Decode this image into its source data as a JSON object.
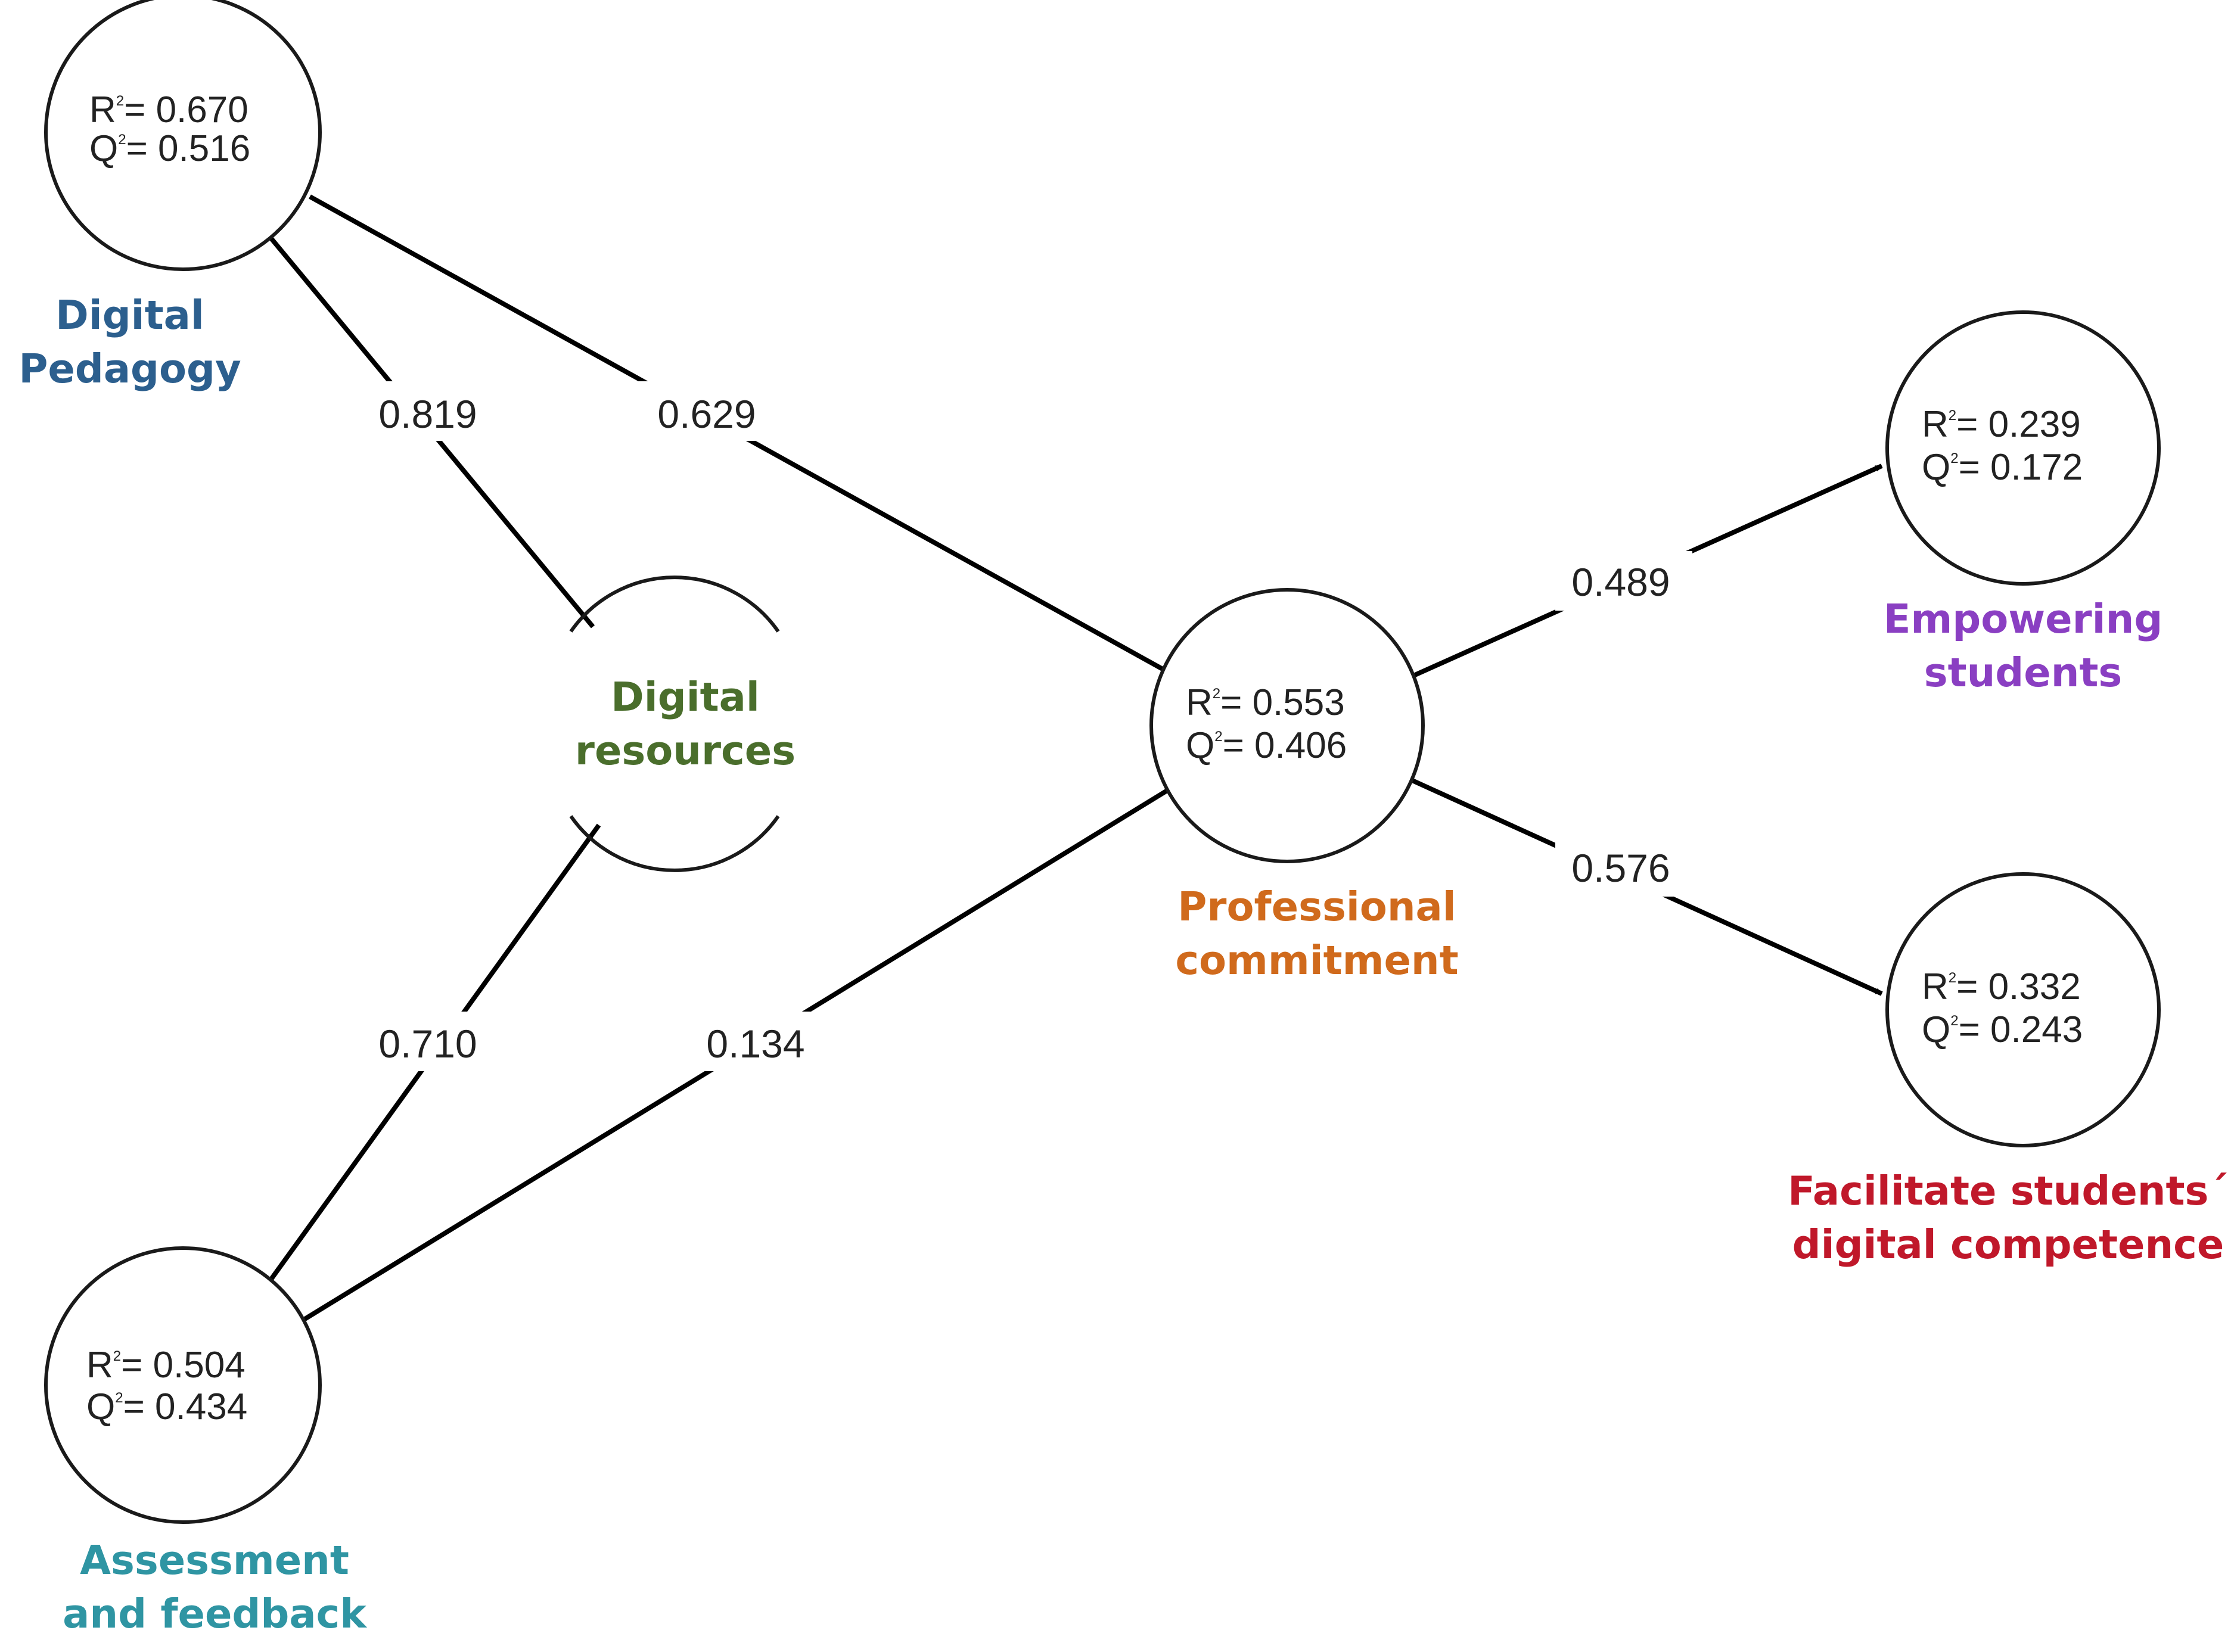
{
  "colors": {
    "pedagogy": "#2c5f8e",
    "resources": "#4a6e2c",
    "assessment": "#2f95a3",
    "commitment": "#d06a1c",
    "empowering": "#8a3fc2",
    "facilitate": "#c0182a"
  },
  "nodes": {
    "pedagogy": {
      "label_line1": "Digital",
      "label_line2": "Pedagogy",
      "r2": "0.670",
      "q2": "0.516"
    },
    "resources": {
      "label_line1": "Digital",
      "label_line2": "resources"
    },
    "assessment": {
      "label_line1": "Assessment",
      "label_line2": "and feedback",
      "r2": "0.504",
      "q2": "0.434"
    },
    "commitment": {
      "label_line1": "Professional",
      "label_line2": "commitment",
      "r2": "0.553",
      "q2": "0.406"
    },
    "empowering": {
      "label_line1": "Empowering",
      "label_line2": "students",
      "r2": "0.239",
      "q2": "0.172"
    },
    "facilitate": {
      "label_line1": "Facilitate students´",
      "label_line2": "digital competence",
      "r2": "0.332",
      "q2": "0.243"
    }
  },
  "stat_labels": {
    "r": "R",
    "q": "Q",
    "sup": "2",
    "eq": "= "
  },
  "edges": {
    "resources_pedagogy": "0.819",
    "pedagogy_commitment": "0.629",
    "resources_assessment": "0.710",
    "assessment_commitment": "0.134",
    "commitment_empowering": "0.489",
    "commitment_facilitate": "0.576"
  }
}
